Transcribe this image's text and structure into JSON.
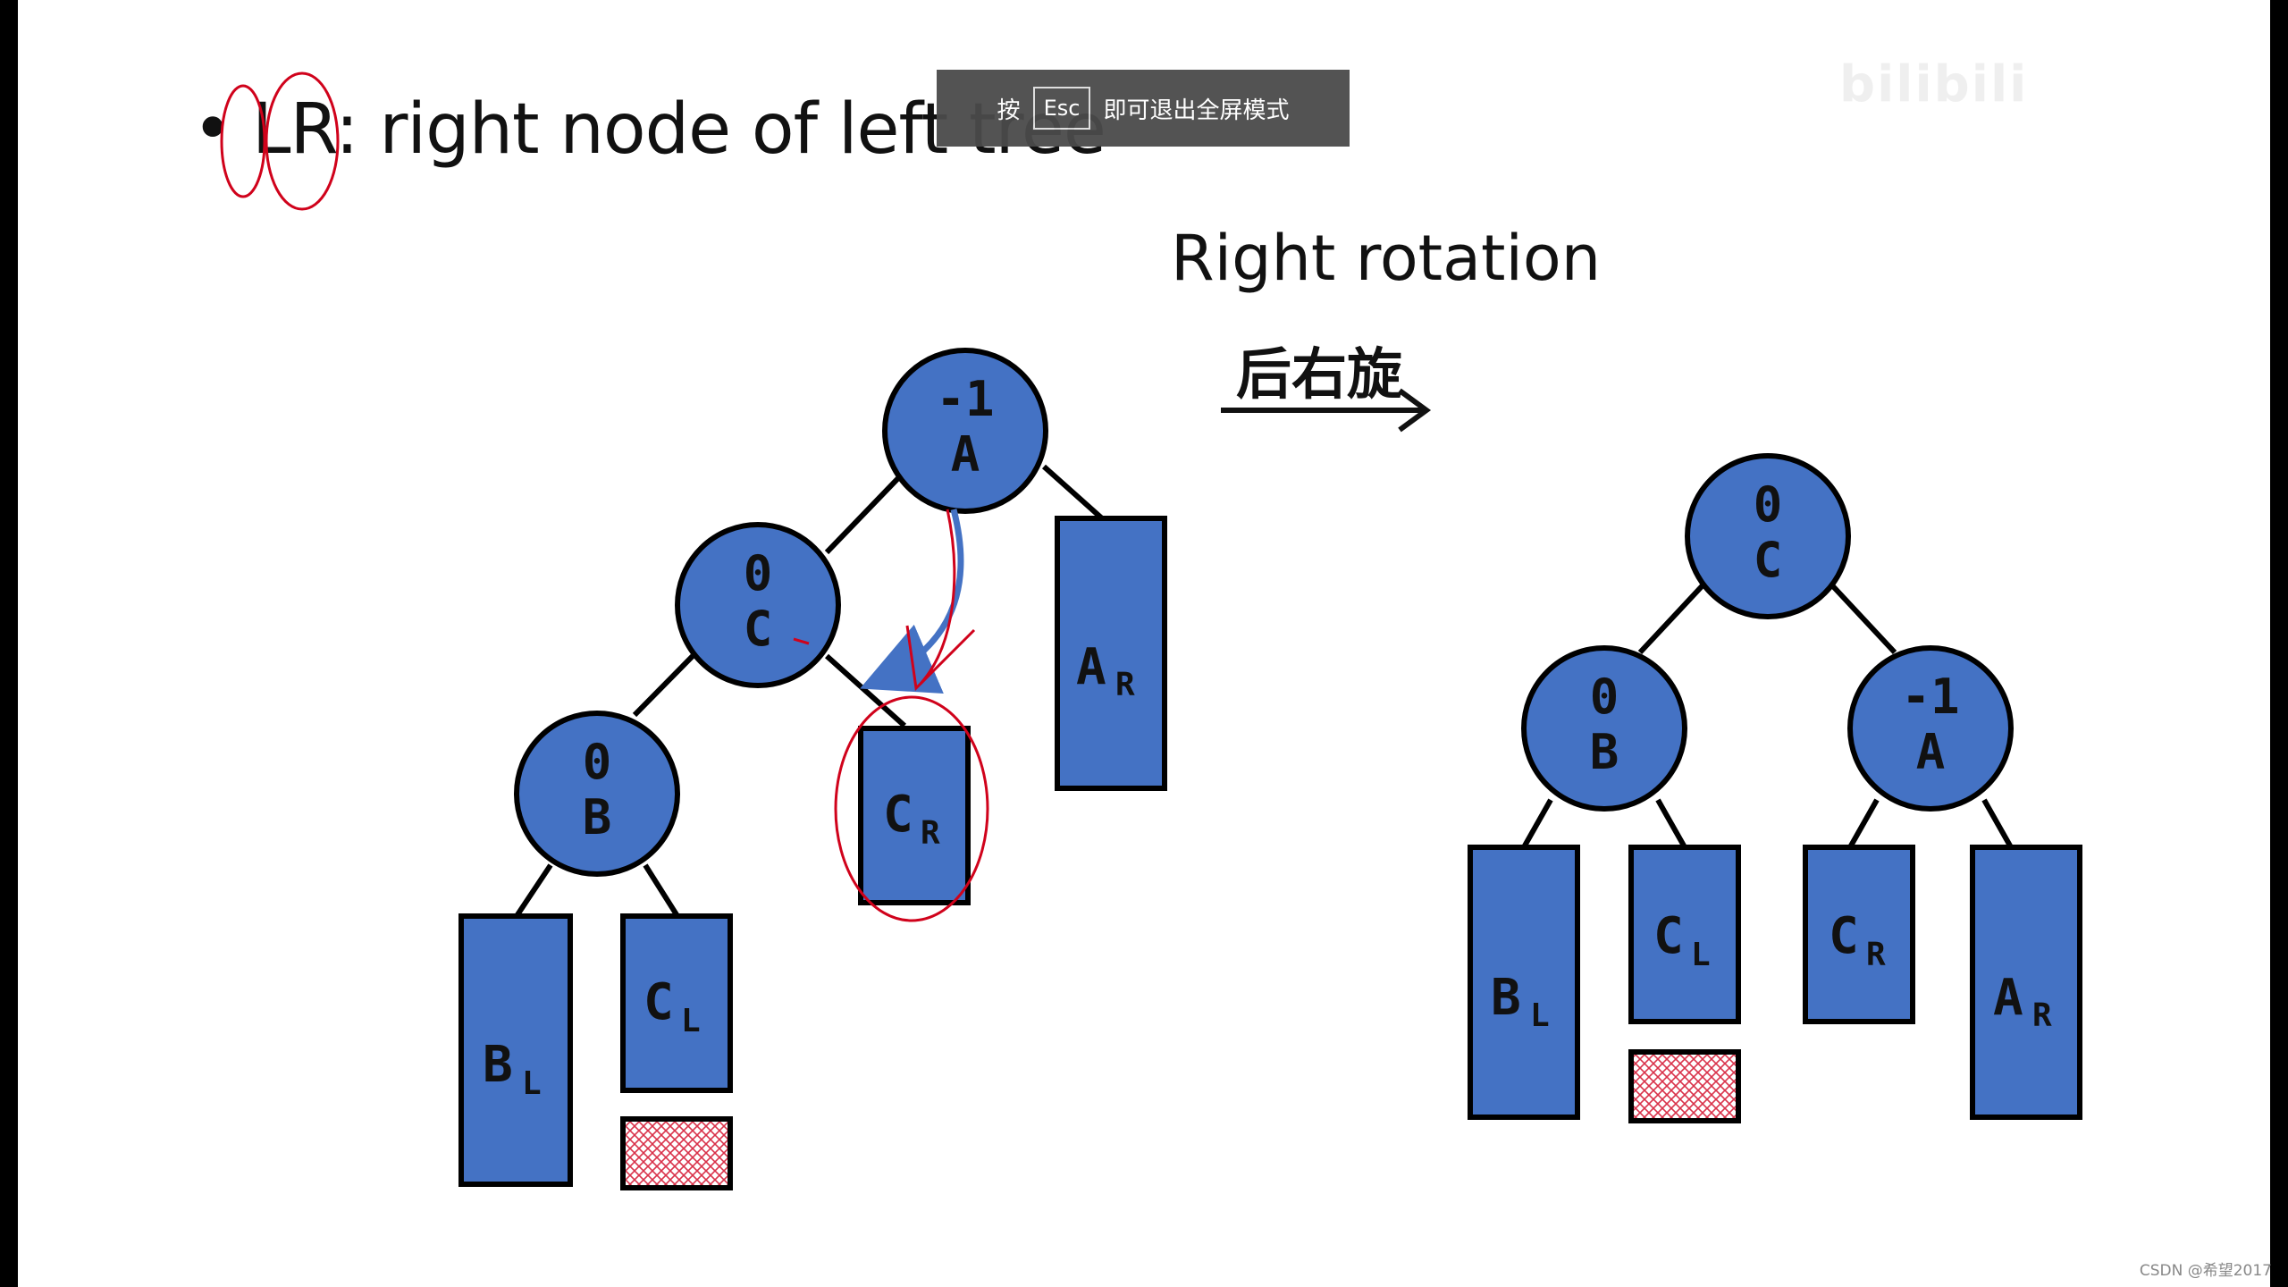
{
  "bullet": {
    "prefix": "•",
    "text": "LR: right node of left tree"
  },
  "rotation": {
    "title": "Right rotation",
    "subtitle": "后右旋"
  },
  "esc_banner": {
    "before": "按",
    "key": "Esc",
    "after": "即可退出全屏模式"
  },
  "watermark": "bilibili",
  "csdn": "CSDN @希望2017",
  "colors": {
    "node_fill": "#4472C4",
    "stroke": "#000000",
    "annotation": "#D0021B",
    "arrow_blue": "#4472C4"
  },
  "before_tree": {
    "nodes": [
      {
        "id": "A",
        "balance": "-1",
        "label": "A"
      },
      {
        "id": "C",
        "balance": "0",
        "label": "C"
      },
      {
        "id": "B",
        "balance": "0",
        "label": "B"
      }
    ],
    "subtrees": [
      {
        "id": "AR",
        "main": "A",
        "sub": "R"
      },
      {
        "id": "CR",
        "main": "C",
        "sub": "R"
      },
      {
        "id": "BL",
        "main": "B",
        "sub": "L"
      },
      {
        "id": "CL",
        "main": "C",
        "sub": "L"
      }
    ]
  },
  "after_tree": {
    "nodes": [
      {
        "id": "C",
        "balance": "0",
        "label": "C"
      },
      {
        "id": "B",
        "balance": "0",
        "label": "B"
      },
      {
        "id": "A",
        "balance": "-1",
        "label": "A"
      }
    ],
    "subtrees": [
      {
        "id": "BL",
        "main": "B",
        "sub": "L"
      },
      {
        "id": "CL",
        "main": "C",
        "sub": "L"
      },
      {
        "id": "CR",
        "main": "C",
        "sub": "R"
      },
      {
        "id": "AR",
        "main": "A",
        "sub": "R"
      }
    ]
  }
}
